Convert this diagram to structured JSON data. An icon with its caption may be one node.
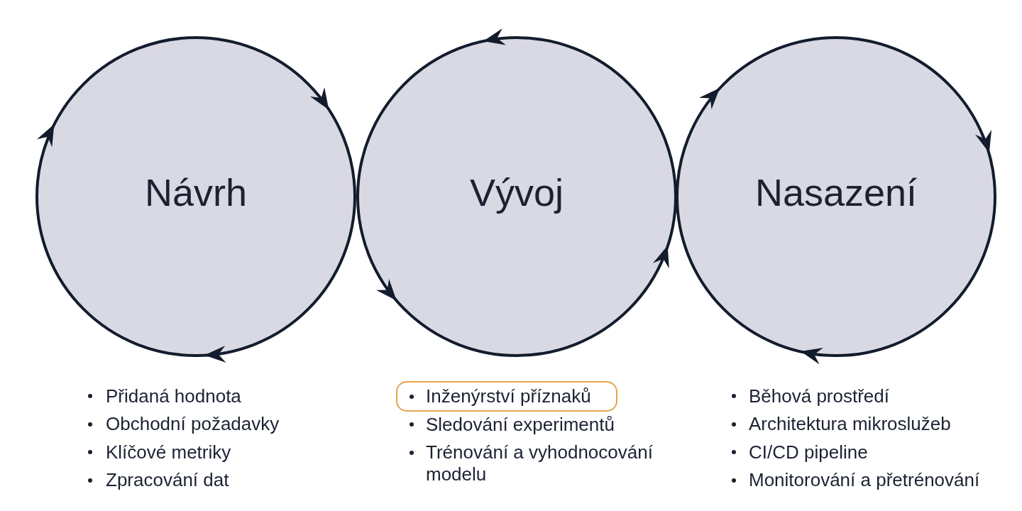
{
  "diagram": {
    "nodes": [
      {
        "text": [
          "Návrh"
        ],
        "beside": [
          "Přidaná hodnota",
          "Obchodní požadavky",
          "Klíčové metriky",
          "Zpracování dat"
        ]
      },
      {
        "text": [
          "Vývoj"
        ],
        "beside": [
          "Sledování experimentů",
          "Trénování a vyhodnocování modelu"
        ]
      },
      {
        "text": [
          "Nasazení"
        ],
        "beside": [
          "Běhová prostředí",
          "Architektura mikroslužeb",
          "CI/CD pipeline",
          "Monitorování a přetrénování"
        ]
      },
      {
        "text": [
          "Inženýrství příznaků"
        ]
      }
    ]
  }
}
